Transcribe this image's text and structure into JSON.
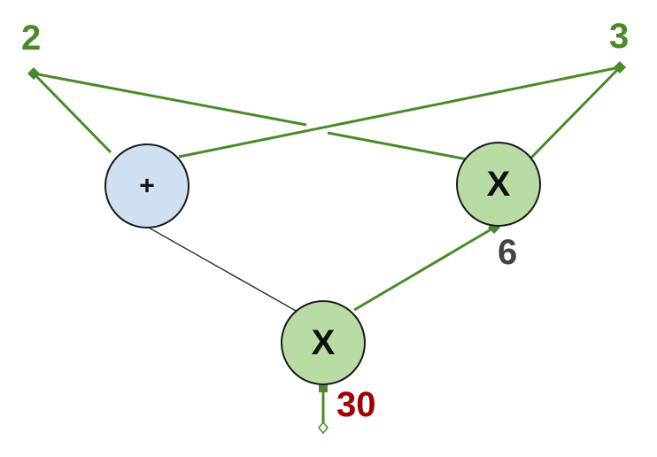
{
  "inputs": {
    "left": {
      "value": "2"
    },
    "right": {
      "value": "3"
    }
  },
  "nodes": {
    "add": {
      "symbol": "+"
    },
    "mul_top": {
      "symbol": "X",
      "output": "6"
    },
    "mul_bottom": {
      "symbol": "X",
      "output": "30"
    }
  },
  "colors": {
    "edge_green": "#4a8a2a",
    "edge_dark": "#333333",
    "add_fill": "#cfe0f3",
    "mul_fill": "#b9dca4",
    "input_label": "#4a8a2a",
    "mid_label": "#444444",
    "output_label": "#a00000"
  }
}
